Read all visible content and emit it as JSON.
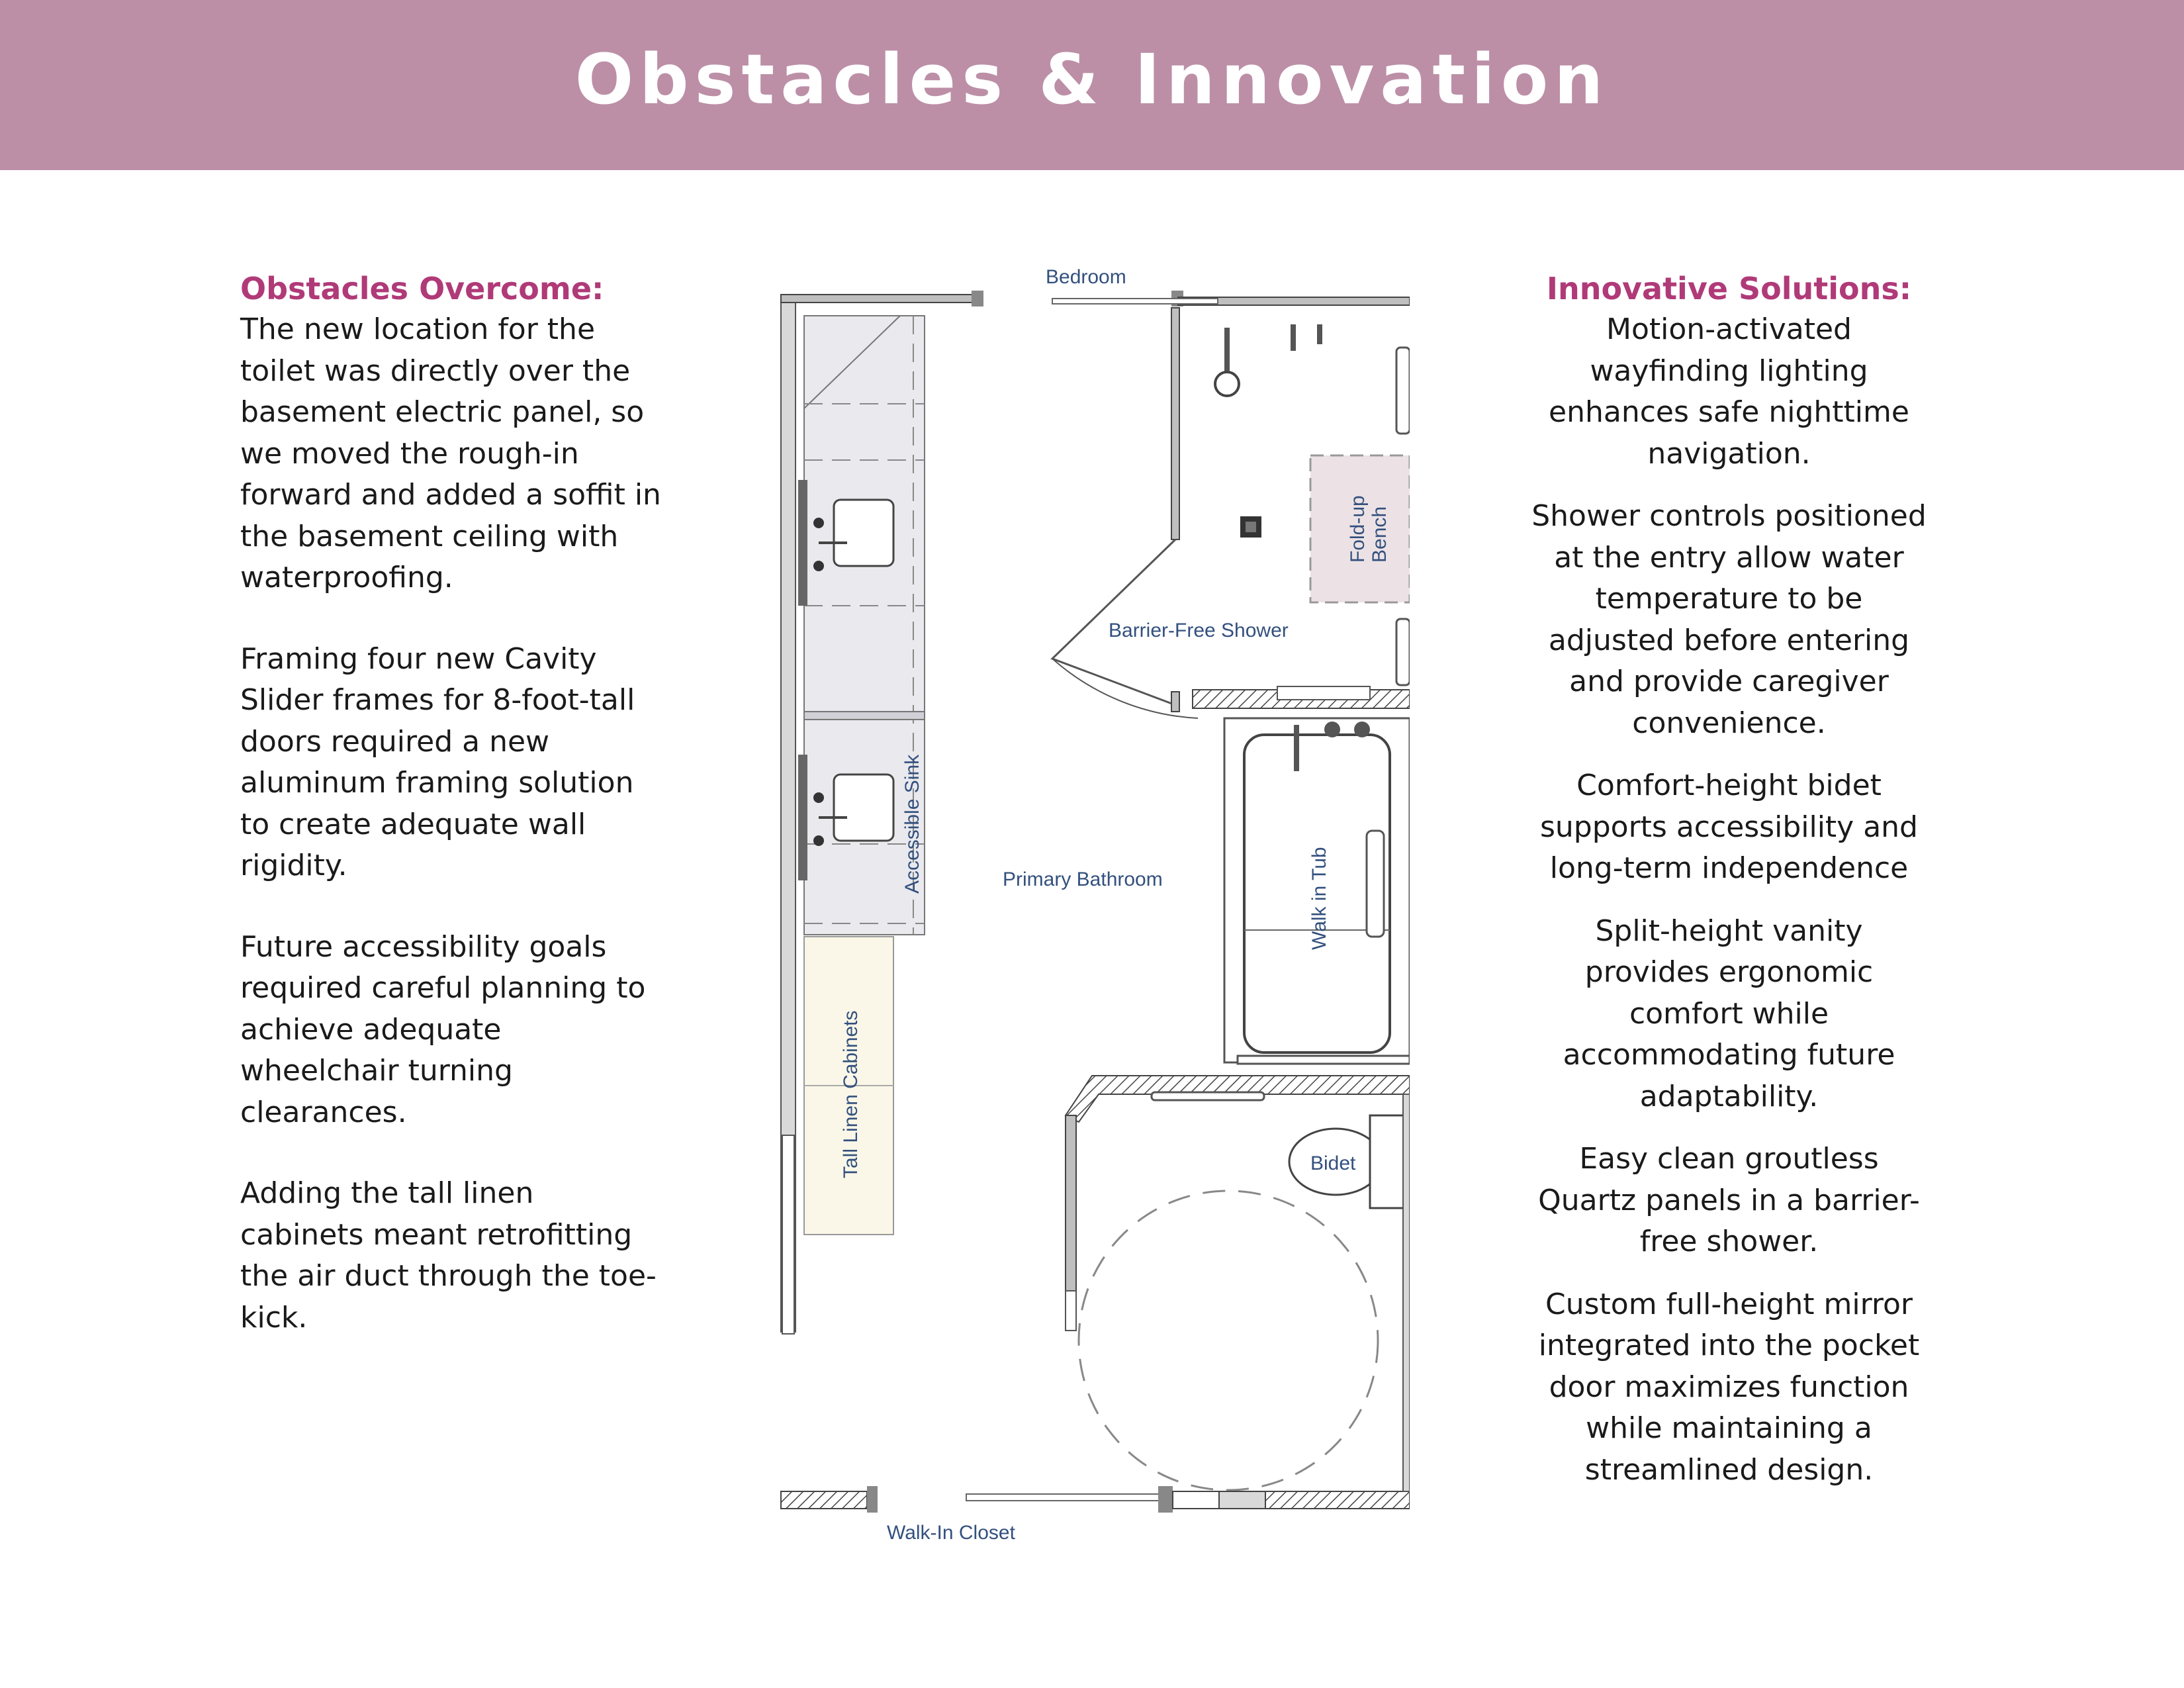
{
  "title": "Obstacles & Innovation",
  "colors": {
    "banner": "#bc8fa7",
    "accent": "#b03a78",
    "plan_label": "#33507e"
  },
  "left": {
    "heading": "Obstacles Overcome:",
    "paragraphs": [
      "The new location for the toilet was directly over the basement electric panel, so we moved the rough-in forward and added a soffit in the basement ceiling with waterproofing.",
      "Framing four new Cavity Slider frames for 8-foot-tall doors required a new aluminum framing solution to create adequate wall rigidity.",
      "Future accessibility goals required careful planning to achieve adequate wheelchair turning clearances.",
      "Adding the tall linen cabinets meant retrofitting the air duct through the toe-kick."
    ]
  },
  "right": {
    "heading": "Innovative Solutions:",
    "paragraphs": [
      "Motion-activated wayfinding lighting enhances safe nighttime navigation.",
      "Shower controls positioned at the entry allow water temperature to be adjusted before entering and provide caregiver convenience.",
      "Comfort-height bidet supports accessibility and long-term independence",
      "Split-height vanity provides ergonomic comfort while accommodating future adaptability.",
      "Easy clean groutless Quartz panels in a barrier-free shower.",
      "Custom full-height mirror integrated into the pocket door maximizes function while maintaining a streamlined design."
    ]
  },
  "floorplan": {
    "labels": {
      "bedroom": "Bedroom",
      "fold_up_bench_1": "Fold-up",
      "fold_up_bench_2": "Bench",
      "barrier_free_shower": "Barrier-Free Shower",
      "accessible_sink": "Accessible Sink",
      "primary_bathroom": "Primary Bathroom",
      "walk_in_tub": "Walk in Tub",
      "tall_linen_cabinets": "Tall Linen Cabinets",
      "bidet": "Bidet",
      "walk_in_closet": "Walk-In Closet"
    }
  }
}
